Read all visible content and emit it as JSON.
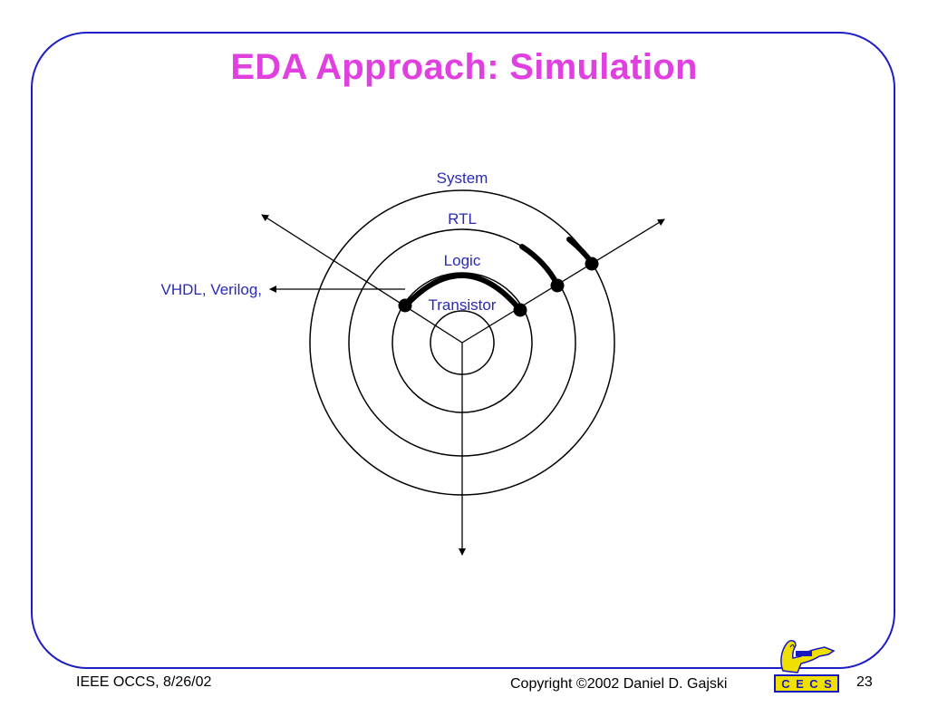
{
  "slide": {
    "title": "EDA Approach: Simulation"
  },
  "diagram": {
    "levels": {
      "system": "System",
      "rtl": "RTL",
      "logic": "Logic",
      "transistor": "Transistor"
    },
    "languages": "VHDL, Verilog,"
  },
  "footer": {
    "left": "IEEE OCCS, 8/26/02",
    "copyright": "Copyright ©2002 Daniel D. Gajski",
    "page_number": "23",
    "logo_text": "CECS",
    "logo_letters": [
      "C",
      "E",
      "C",
      "S"
    ]
  },
  "colors": {
    "title": "#e040e0",
    "labels": "#2a2ab4",
    "frame": "#1e1ec8",
    "logo_fill": "#f0e000"
  }
}
